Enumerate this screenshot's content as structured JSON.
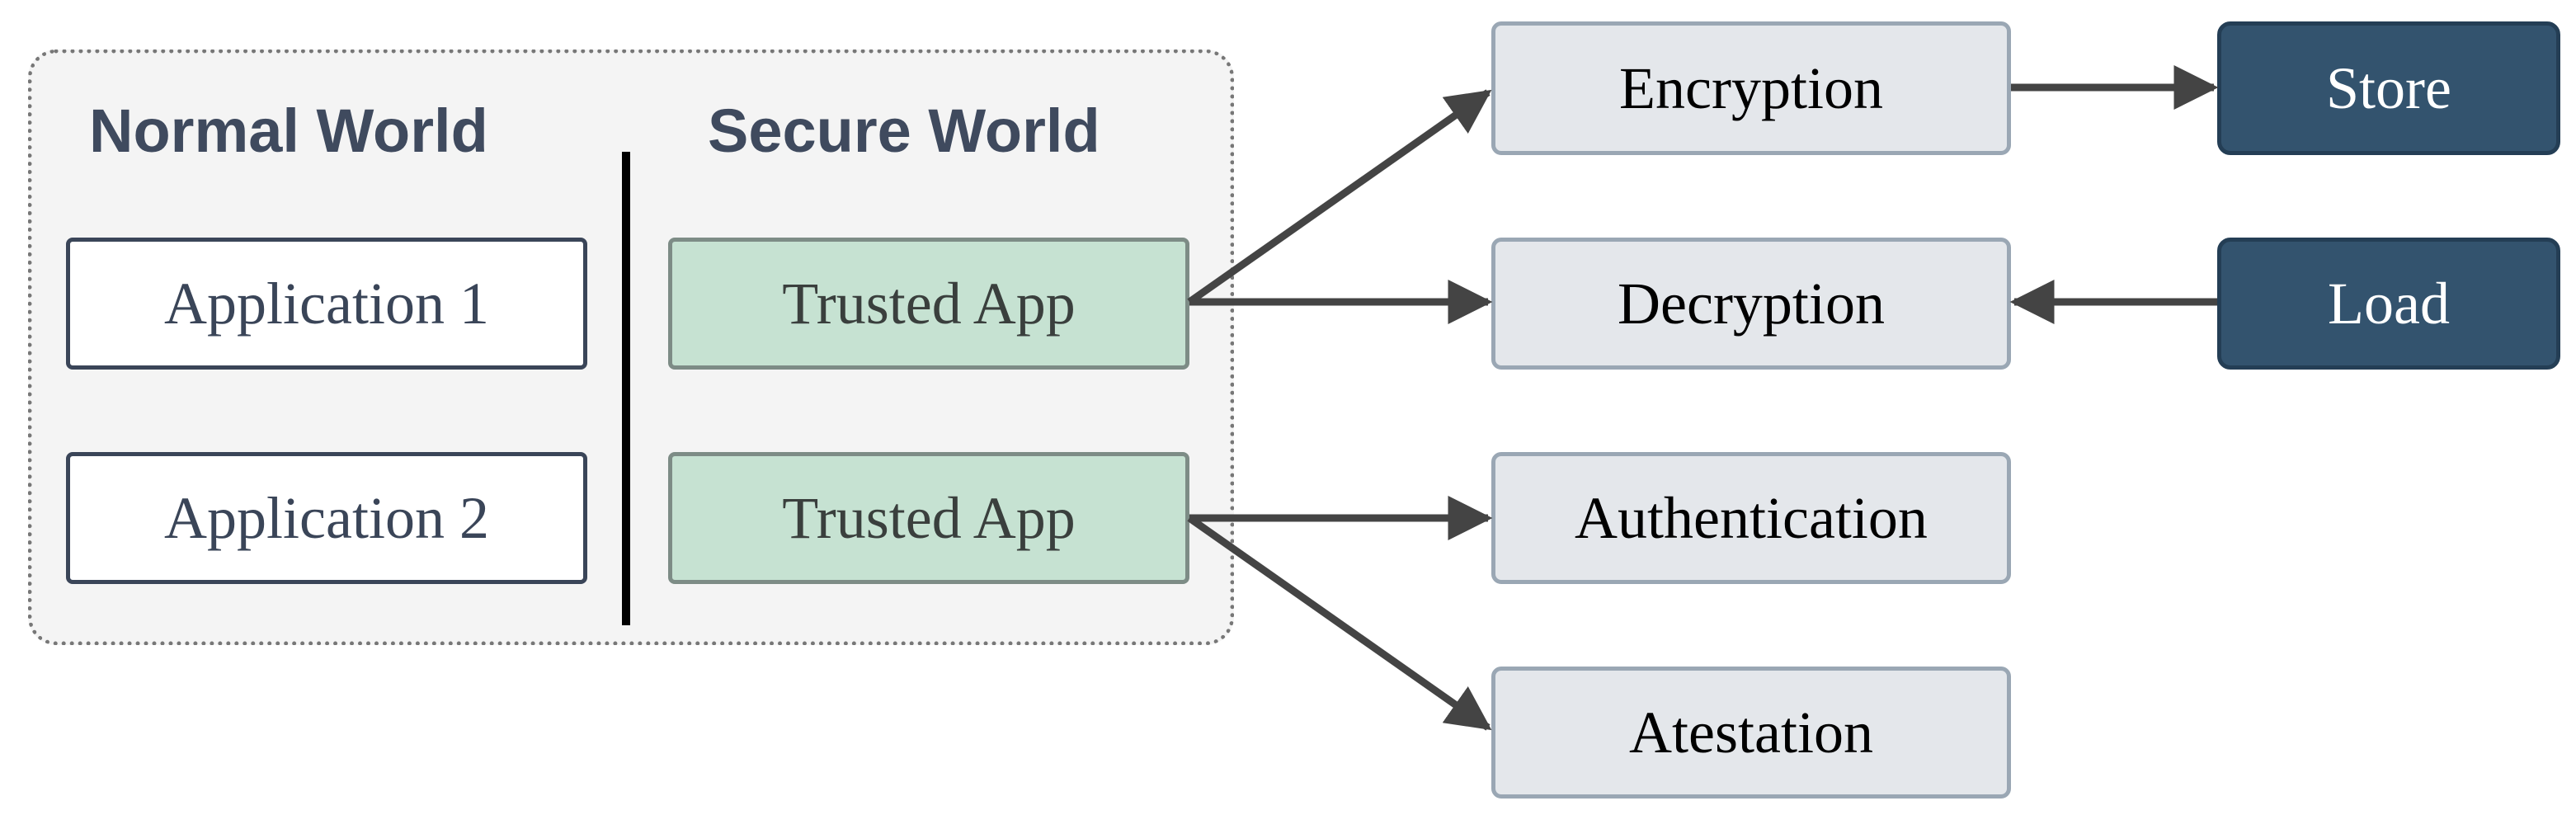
{
  "diagram": {
    "normal_world": {
      "title": "Normal World",
      "applications": [
        "Application 1",
        "Application 2"
      ]
    },
    "secure_world": {
      "title": "Secure World",
      "trusted_apps": [
        "Trusted App",
        "Trusted App"
      ]
    },
    "functions": {
      "encryption": "Encryption",
      "decryption": "Decryption",
      "authentication": "Authentication",
      "attestation": "Atestation"
    },
    "storage": {
      "store": "Store",
      "load": "Load"
    },
    "colors": {
      "world_bg": "#f4f4f4",
      "title_text": "#3f4a5e",
      "trusted_fill": "#c6e2d2",
      "function_fill": "#e4e7eb",
      "storage_fill": "#33536e",
      "arrow": "#444444"
    }
  }
}
